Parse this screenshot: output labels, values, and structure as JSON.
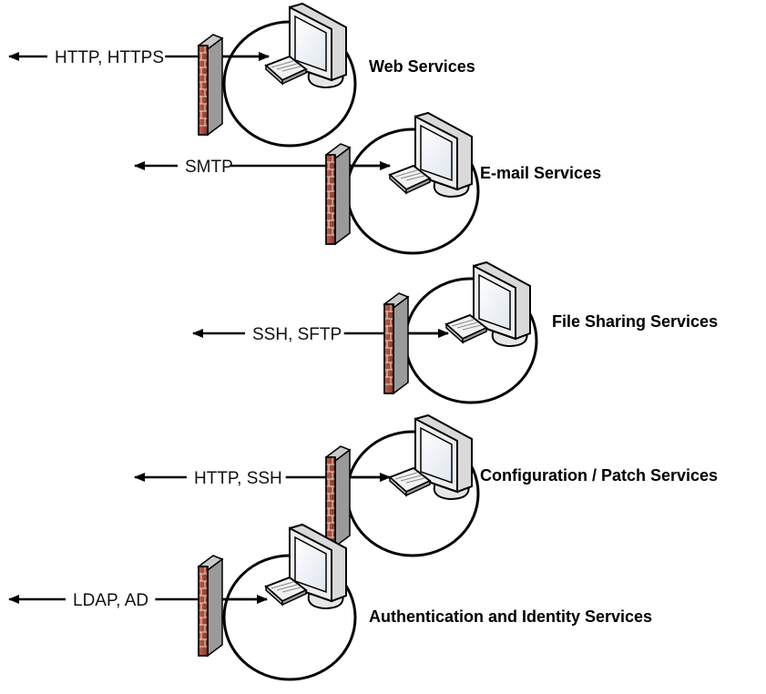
{
  "diagram": {
    "groups": [
      {
        "protocol": "HTTP, HTTPS",
        "service": "Web Services"
      },
      {
        "protocol": "SMTP",
        "service": "E-mail Services"
      },
      {
        "protocol": "SSH, SFTP",
        "service": "File Sharing Services"
      },
      {
        "protocol": "HTTP, SSH",
        "service": "Configuration / Patch Services"
      },
      {
        "protocol": "LDAP, AD",
        "service": "Authentication and Identity Services"
      }
    ]
  },
  "colors": {
    "brick": "#a8483a",
    "mortar": "#e8d8c8",
    "monitor_frame": "#d9d9d9",
    "screen": "#f4f7fa",
    "outline": "#000000"
  }
}
